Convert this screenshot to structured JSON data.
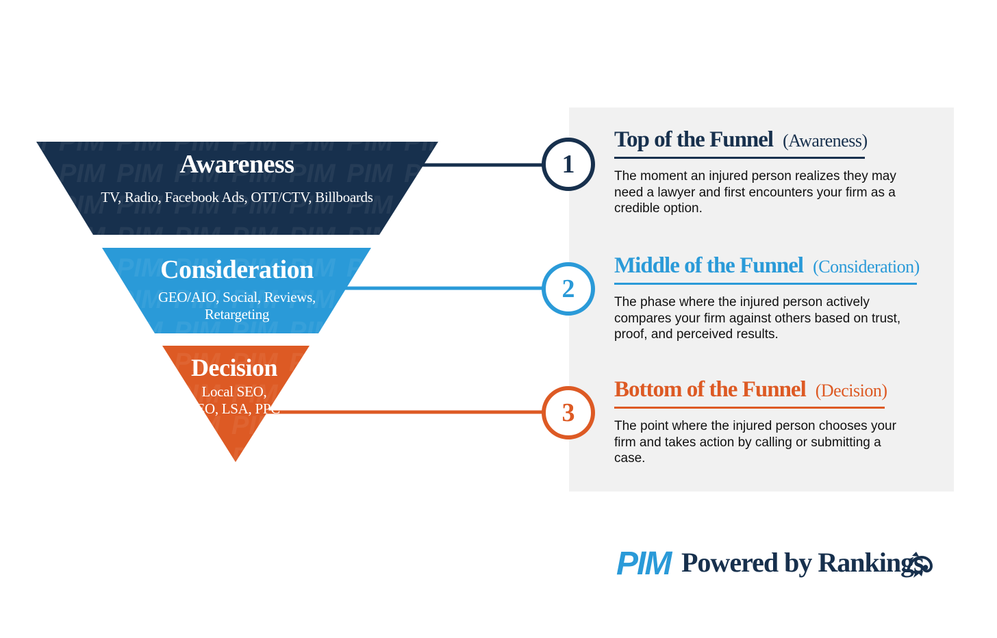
{
  "funnel": {
    "tiers": [
      {
        "title": "Awareness",
        "channels": "TV, Radio, Facebook Ads, OTT/CTV, Billboards",
        "color": "#17304d"
      },
      {
        "title": "Consideration",
        "channels": "GEO/AIO, Social, Reviews, Retargeting",
        "color": "#2a9ad8"
      },
      {
        "title": "Decision",
        "channels": "Local SEO, SEO, LSA, PPC",
        "color": "#dd5a24"
      }
    ],
    "watermark": "PIM"
  },
  "stages": [
    {
      "number": "1",
      "title": "Top of the Funnel",
      "subtitle": "(Awareness)",
      "description": "The moment an injured person realizes they may need a lawyer and first encounters your firm as a credible option.",
      "color": "#17304d"
    },
    {
      "number": "2",
      "title": "Middle of the Funnel",
      "subtitle": "(Consideration)",
      "description": "The phase where the injured person actively compares your firm against others based on trust, proof, and perceived results.",
      "color": "#2a9ad8"
    },
    {
      "number": "3",
      "title": "Bottom of the Funnel",
      "subtitle": "(Decision)",
      "description": "The point where the injured person chooses your firm and takes action by calling or submitting a case.",
      "color": "#dd5a24"
    }
  ],
  "footer": {
    "logo": "PIM",
    "text": "Powered by Rankings",
    "icon": "ram-icon"
  }
}
